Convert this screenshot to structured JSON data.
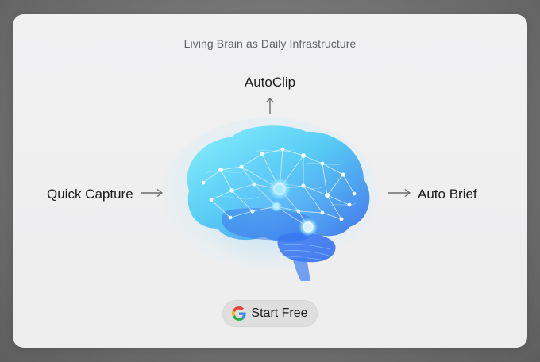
{
  "card": {
    "subtitle": "Living Brain as Daily Infrastructure"
  },
  "labels": {
    "top": "AutoClip",
    "left": "Quick Capture",
    "right": "Auto Brief"
  },
  "cta": {
    "label": "Start Free",
    "icon": "google-g-icon"
  },
  "illustration": {
    "icon": "brain-network-icon"
  },
  "colors": {
    "card_bg": "#efeff0",
    "text": "#1c1c1e",
    "subtitle": "#5f6368",
    "brain_cyan": "#59e0f5",
    "brain_blue": "#2f73f0",
    "button_bg": "#dededf"
  }
}
